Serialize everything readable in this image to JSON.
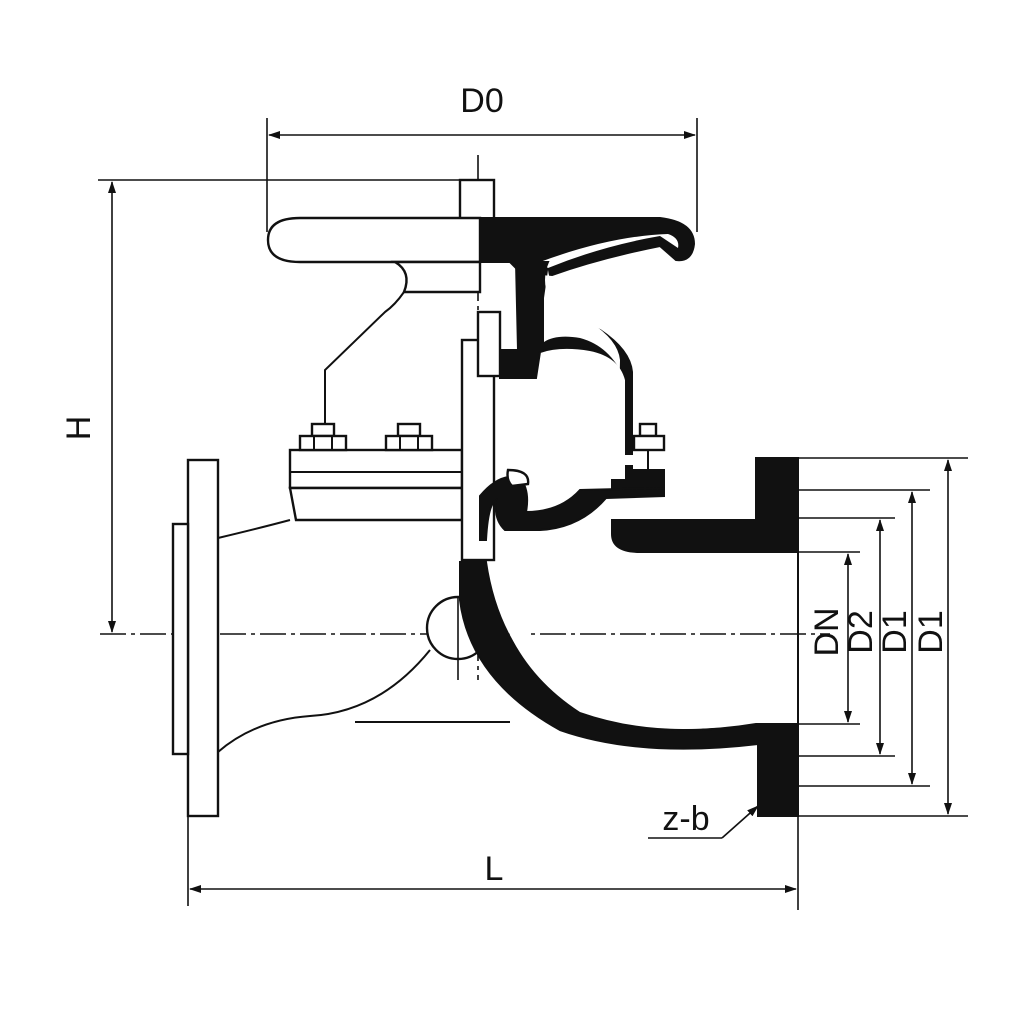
{
  "labels": {
    "overall_width": "D0",
    "height": "H",
    "nominal_diameter": "DN",
    "seal_diameter": "D2",
    "bolt_circle_diameter": "D1",
    "flange_outer_diameter": "D1",
    "bolt_holes": "z-b",
    "length": "L"
  },
  "colors": {
    "ink": "#111111",
    "background": "#ffffff"
  }
}
